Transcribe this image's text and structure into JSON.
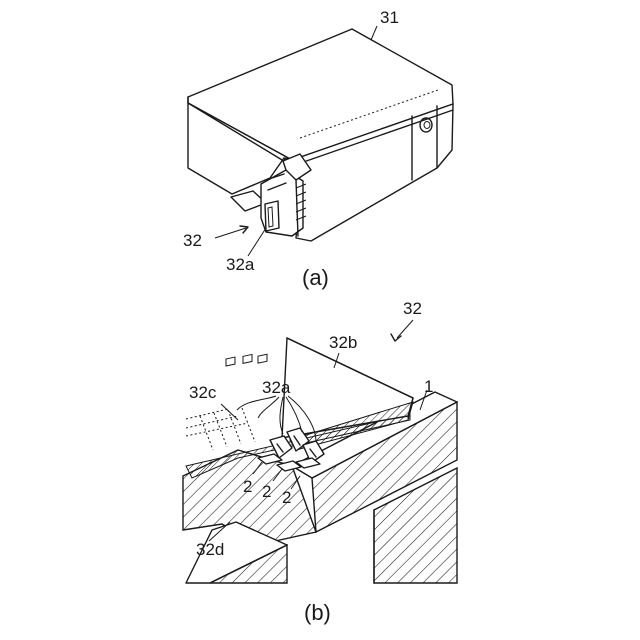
{
  "figure_a": {
    "caption": "(a)",
    "labels": {
      "cartridge": "31",
      "connector": "32",
      "contacts": "32a"
    }
  },
  "figure_b": {
    "caption": "(b)",
    "labels": {
      "connector": "32",
      "cover": "32b",
      "contacts": "32a",
      "contact_ghost": "32c",
      "base": "32d",
      "board": "1",
      "pads": [
        "2",
        "2",
        "2"
      ]
    }
  },
  "colors": {
    "line": "#1a1a1a",
    "background": "#ffffff"
  }
}
